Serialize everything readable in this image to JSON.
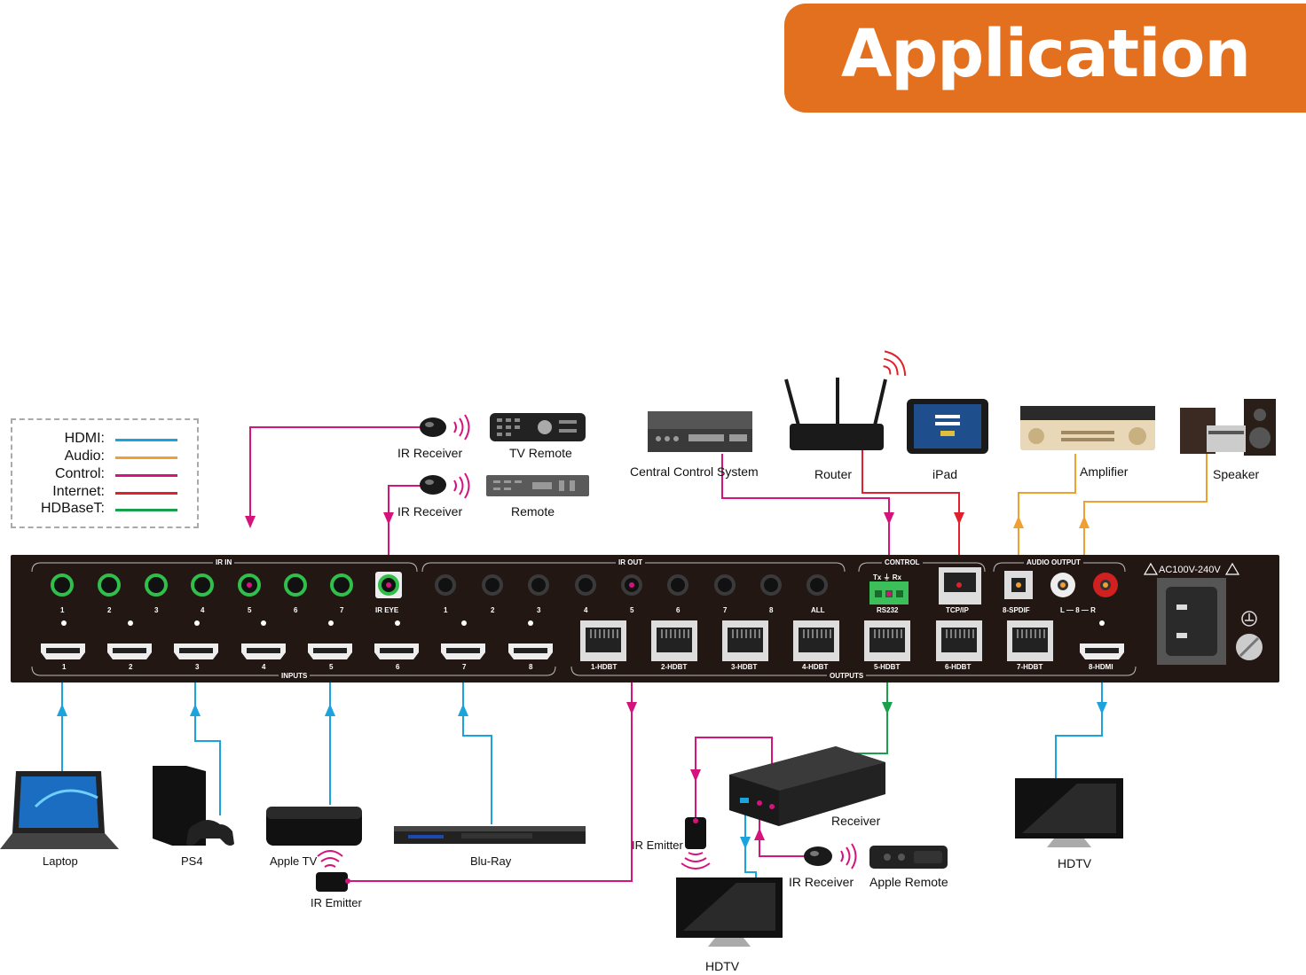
{
  "header": {
    "title": "Application"
  },
  "legend": {
    "items": [
      {
        "label": "HDMI:",
        "color": "#1aa3dc"
      },
      {
        "label": "Audio:",
        "color": "#f0a030"
      },
      {
        "label": "Control:",
        "color": "#d4147c"
      },
      {
        "label": "Internet:",
        "color": "#e0202a"
      },
      {
        "label": "HDBaseT:",
        "color": "#18a04a"
      }
    ]
  },
  "devices": {
    "ir_receiver_top": "IR Receiver",
    "tv_remote": "TV Remote",
    "ir_receiver_mid": "IR Receiver",
    "remote": "Remote",
    "central_control": "Central Control System",
    "router": "Router",
    "ipad": "iPad",
    "amplifier": "Amplifier",
    "speaker": "Speaker",
    "laptop": "Laptop",
    "ps4": "PS4",
    "apple_tv": "Apple TV",
    "ir_emitter_bottom": "IR Emitter",
    "bluray": "Blu-Ray",
    "ir_emitter_right": "IR Emitter",
    "receiver": "Receiver",
    "ir_receiver_bottom": "IR Receiver",
    "apple_remote": "Apple Remote",
    "hdtv_bottom": "HDTV",
    "hdtv_right": "HDTV"
  },
  "panel": {
    "group_ir_in": "IR IN",
    "group_ir_out": "IR OUT",
    "group_control": "CONTROL",
    "group_audio_output": "AUDIO OUTPUT",
    "group_inputs": "INPUTS",
    "group_outputs": "OUTPUTS",
    "power_label": "AC100V-240V",
    "ir_in_ports": [
      "1",
      "2",
      "3",
      "4",
      "5",
      "6",
      "7",
      "IR EYE"
    ],
    "ir_out_ports": [
      "1",
      "2",
      "3",
      "4",
      "5",
      "6",
      "7",
      "8",
      "ALL"
    ],
    "input_ports": [
      "1",
      "2",
      "3",
      "4",
      "5",
      "6",
      "7",
      "8"
    ],
    "output_ports": [
      "1-HDBT",
      "2-HDBT",
      "3-HDBT",
      "4-HDBT",
      "5-HDBT",
      "6-HDBT",
      "7-HDBT",
      "8-HDMI"
    ],
    "rs232": "RS232",
    "rs232_pins": "Tx  ⏚  Rx",
    "tcpip": "TCP/IP",
    "spdif": "8-SPDIF",
    "analog": "L — 8 — R"
  }
}
